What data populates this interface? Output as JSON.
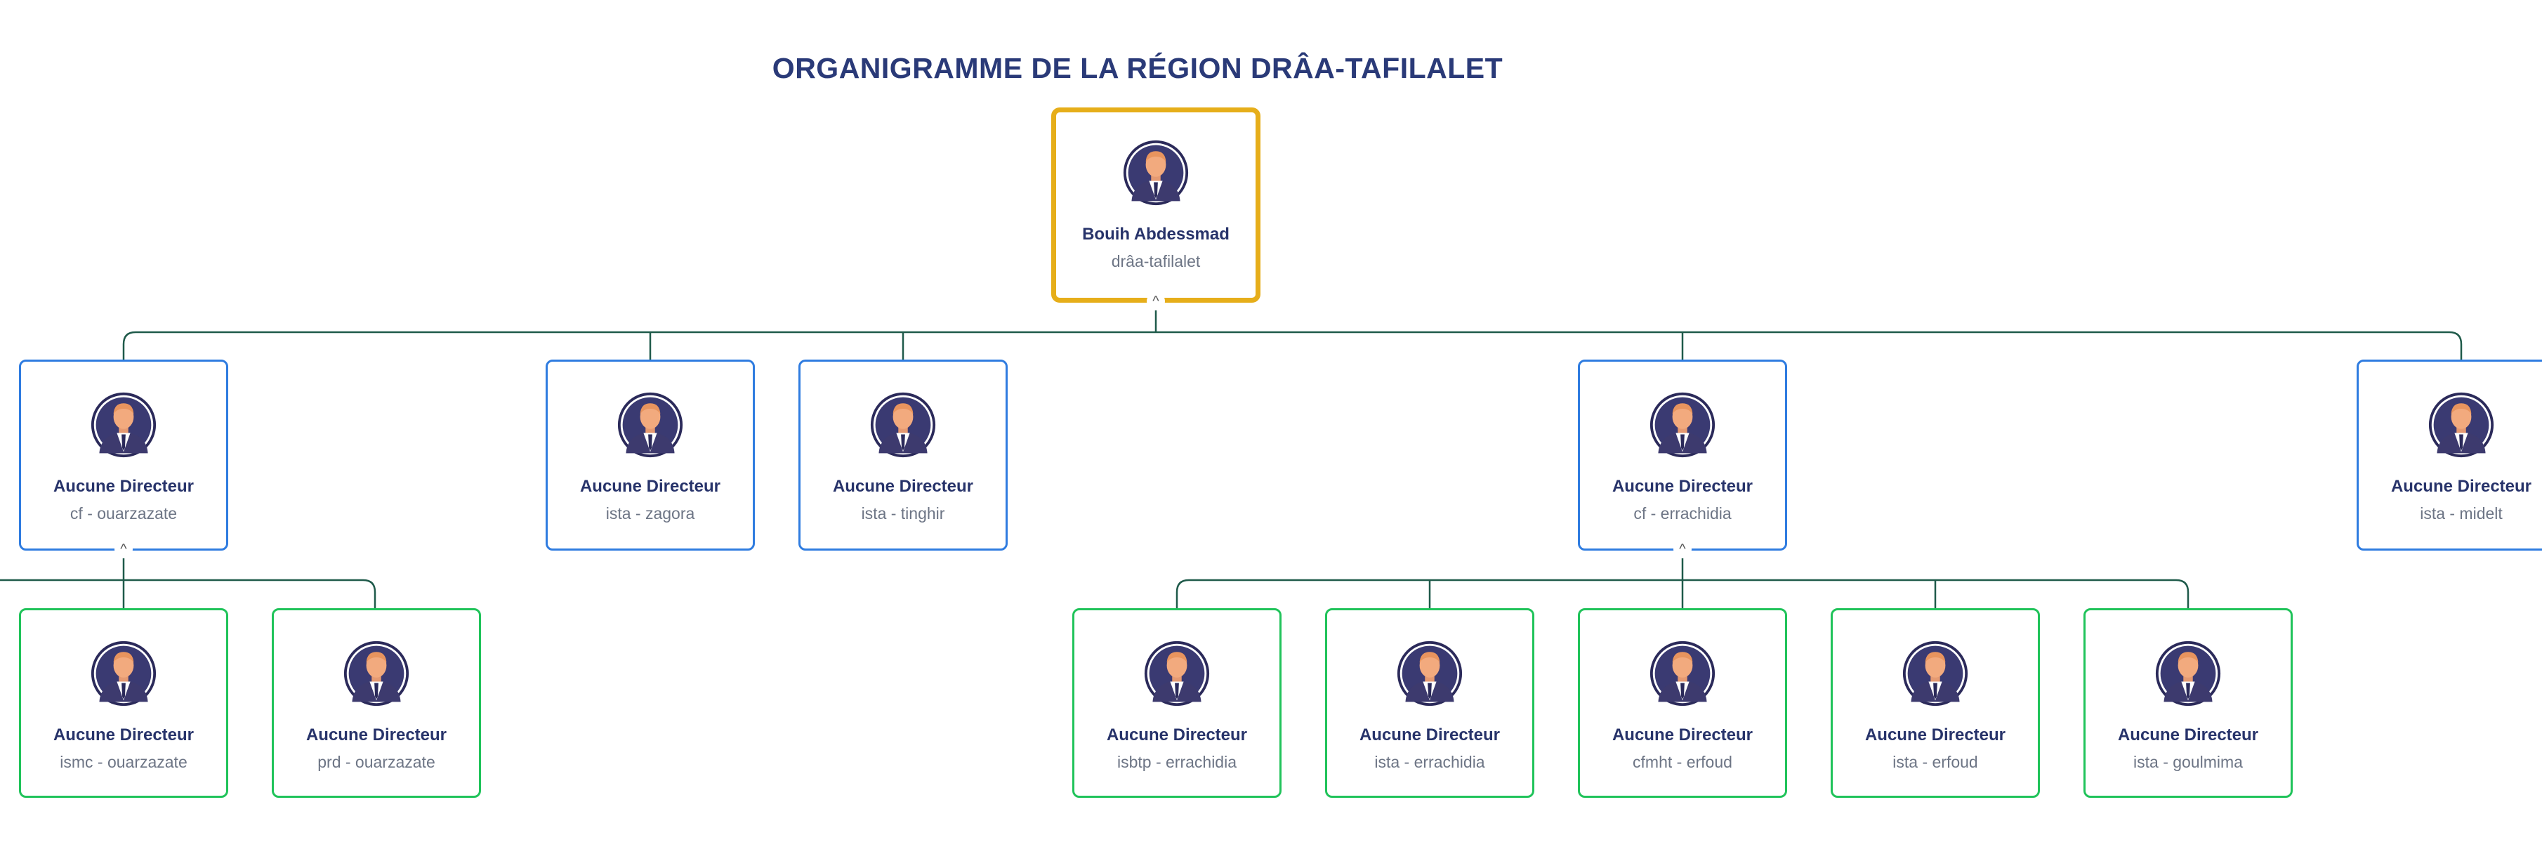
{
  "title": "ORGANIGRAMME DE LA RÉGION DRÂA-TAFILALET",
  "colors": {
    "root_border": "#e6ae1a",
    "mid_border": "#2f7ce0",
    "leaf_border": "#20c35a",
    "connector": "#1f5a4a",
    "title": "#2a3a78"
  },
  "toggle_icon": "^",
  "root": {
    "name": "Bouih Abdessmad",
    "sub": "drâa-tafilalet"
  },
  "level1": [
    {
      "name": "Aucune Directeur",
      "sub": "cf - ouarzazate"
    },
    {
      "name": "Aucune Directeur",
      "sub": "ista - zagora"
    },
    {
      "name": "Aucune Directeur",
      "sub": "ista - tinghir"
    },
    {
      "name": "Aucune Directeur",
      "sub": "cf - errachidia"
    },
    {
      "name": "Aucune Directeur",
      "sub": "ista - midelt"
    }
  ],
  "level2_ouarzazate": [
    {
      "name": "Aucune Directeur",
      "sub": "ismc - ouarzazate"
    },
    {
      "name": "Aucune Directeur",
      "sub": "prd - ouarzazate"
    }
  ],
  "level2_errachidia": [
    {
      "name": "Aucune Directeur",
      "sub": "isbtp - errachidia"
    },
    {
      "name": "Aucune Directeur",
      "sub": "ista - errachidia"
    },
    {
      "name": "Aucune Directeur",
      "sub": "cfmht - erfoud"
    },
    {
      "name": "Aucune Directeur",
      "sub": "ista - erfoud"
    },
    {
      "name": "Aucune Directeur",
      "sub": "ista - goulmima"
    }
  ]
}
